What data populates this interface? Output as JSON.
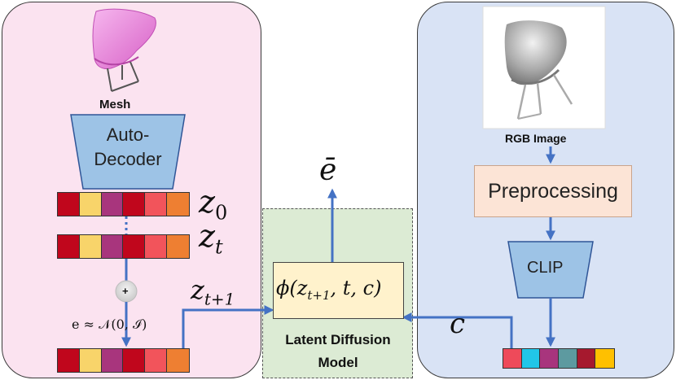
{
  "left": {
    "mesh_label": "Mesh",
    "auto_decoder_line1": "Auto-",
    "auto_decoder_line2": "Decoder",
    "z0_base": "z",
    "z0_sub": "0",
    "zt_base": "z",
    "zt_sub": "t",
    "plus": "+",
    "noise_label": "e ≈ 𝒩(0, ℐ)",
    "vector_colors": [
      "#c0061c",
      "#f8d46a",
      "#a8357d",
      "#c0061c",
      "#f2545b",
      "#ee7f32"
    ]
  },
  "middle": {
    "output_label": "ē",
    "input_base": "z",
    "input_sub": "t+1",
    "phi_label": "ϕ(z",
    "phi_sub": "t+1",
    "phi_tail": ", t, c)",
    "model_line1": "Latent Diffusion",
    "model_line2": "Model",
    "cond_label": "c"
  },
  "right": {
    "image_label": "RGB Image",
    "preprocessing_label": "Preprocessing",
    "clip_label": "CLIP",
    "vector_colors": [
      "#ee4a5a",
      "#21c6e8",
      "#a8357d",
      "#5d9aa0",
      "#a6192e",
      "#ffc000"
    ]
  }
}
